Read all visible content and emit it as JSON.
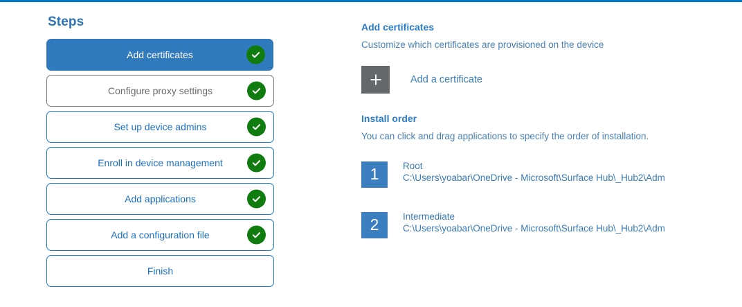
{
  "top_accent_color": "#0078c8",
  "steps": {
    "heading": "Steps",
    "items": [
      {
        "label": "Add certificates",
        "state": "active",
        "completed": true
      },
      {
        "label": "Configure proxy settings",
        "state": "muted",
        "completed": true
      },
      {
        "label": "Set up device admins",
        "state": "default",
        "completed": true
      },
      {
        "label": "Enroll in device management",
        "state": "default",
        "completed": true
      },
      {
        "label": "Add applications",
        "state": "default",
        "completed": true
      },
      {
        "label": "Add a configuration file",
        "state": "default",
        "completed": true
      },
      {
        "label": "Finish",
        "state": "default",
        "completed": false
      }
    ]
  },
  "detail": {
    "title": "Add certificates",
    "subtitle": "Customize which certificates are provisioned on the device",
    "add_certificate_label": "Add a certificate",
    "plus_icon": "plus-icon",
    "install_order": {
      "title": "Install order",
      "subtitle": "You can click and drag applications to specify the order of installation.",
      "items": [
        {
          "number": "1",
          "name": "Root",
          "path": "C:\\Users\\yoabar\\OneDrive - Microsoft\\Surface Hub\\_Hub2\\Adm"
        },
        {
          "number": "2",
          "name": "Intermediate",
          "path": "C:\\Users\\yoabar\\OneDrive - Microsoft\\Surface Hub\\_Hub2\\Adm"
        }
      ]
    }
  },
  "colors": {
    "accent_blue": "#0078c8",
    "active_step_bg": "#3079bd",
    "step_border": "#1b7ad4",
    "check_green": "#107c10",
    "badge_blue": "#3c7fc0",
    "plus_gray": "#63686c",
    "heading_blue": "#2e74b5"
  }
}
